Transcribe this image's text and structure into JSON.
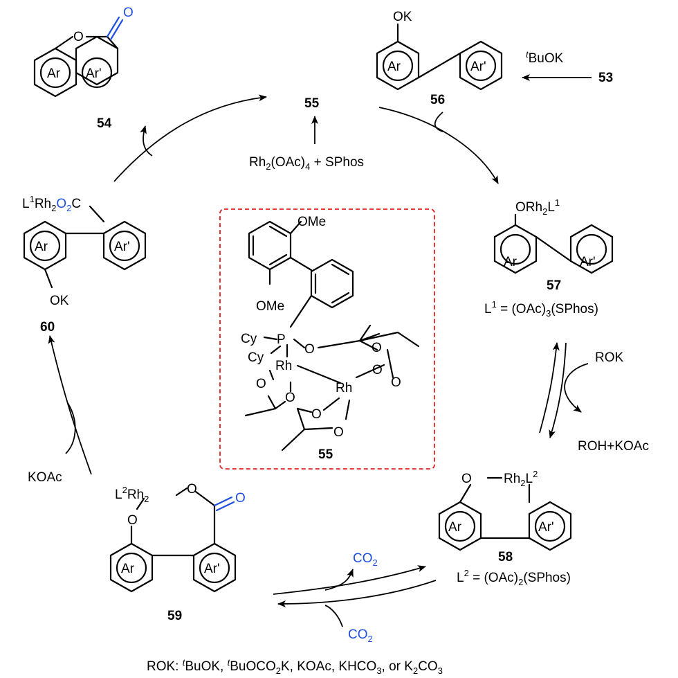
{
  "colors": {
    "accent": "#1f4fe0",
    "dashed_box": "#e02020"
  },
  "compounds": {
    "c53": "53",
    "c54": "54",
    "c55": "55",
    "c56": "56",
    "c57": "57",
    "c58": "58",
    "c59": "59",
    "c60": "60",
    "c55_box": "55"
  },
  "labels": {
    "ar": "Ar",
    "arp": "Ar'",
    "ok": "OK",
    "o": "O",
    "p": "P",
    "rh": "Rh",
    "cy": "Cy",
    "ome": "OMe",
    "tbuok_t": "t",
    "tbuok_rest": "BuOK",
    "rh2_pre": "Rh",
    "rh2_sub": "2",
    "rh2_post": "(OAc)",
    "rh2_sub2": "4",
    "rh2_end": " + SPhos",
    "orh2l1": "ORh",
    "orh2l1_sub": "2",
    "orh2l1_l": "L",
    "orh2l1_sup": "1",
    "l1_eq_pre": "L",
    "l1_eq_sup": "1",
    "l1_eq_mid": " = (OAc)",
    "l1_eq_sub": "3",
    "l1_eq_end": "(SPhos)",
    "rok": "ROK",
    "roh_koac": "ROH+KOAc",
    "o_rh2l2_o": "O",
    "o_rh2l2_rh": "Rh",
    "o_rh2l2_sub": "2",
    "o_rh2l2_l": "L",
    "o_rh2l2_sup": "2",
    "l2_eq_pre": "L",
    "l2_eq_sup": "2",
    "l2_eq_mid": " = (OAc)",
    "l2_eq_sub": "2",
    "l2_eq_end": "(SPhos)",
    "co2_c": "CO",
    "co2_sub": "2",
    "l2rh2_l": "L",
    "l2rh2_sup": "2",
    "l2rh2_rh": "Rh",
    "l2rh2_sub": "2",
    "koac": "KOAc",
    "l1rh2o2c_l": "L",
    "l1rh2o2c_sup": "1",
    "l1rh2o2c_rh": "Rh",
    "l1rh2o2c_sub": "2",
    "l1rh2o2c_o2c_o": "O",
    "l1rh2o2c_o2c_sub": "2",
    "l1rh2o2c_o2c_c": "C"
  },
  "footnote": {
    "p1": "ROK: ",
    "t1": "t",
    "p2": "BuOK, ",
    "t2": "t",
    "p3": "BuOCO",
    "s3": "2",
    "p4": "K, KOAc, KHCO",
    "s4": "3",
    "p5": ", or K",
    "s5": "2",
    "p6": "CO",
    "s6": "3"
  }
}
